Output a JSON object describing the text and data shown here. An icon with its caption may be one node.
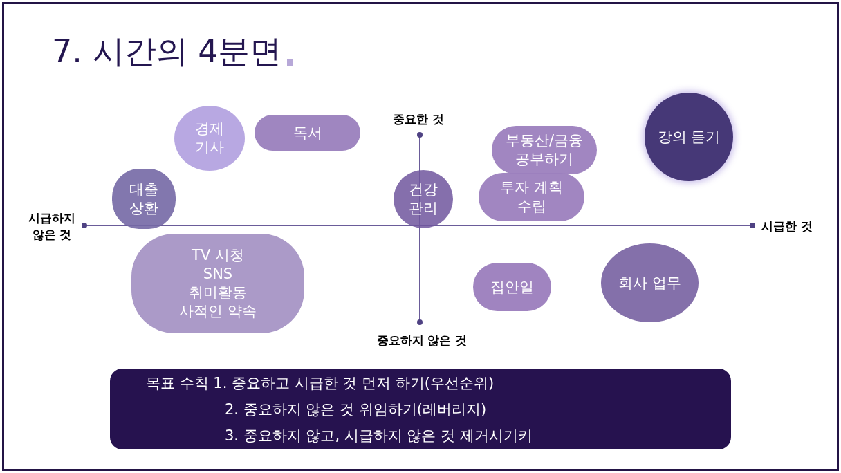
{
  "diagram": {
    "title": "7. 시간의 4분면",
    "nodes": [
      {
        "text": [
          "경제 기사"
        ]
      },
      {
        "text": [
          "독서"
        ]
      },
      {
        "text": [
          "부동산/금융 공부하기"
        ]
      },
      {
        "text": [
          "강의 듣기"
        ]
      },
      {
        "text": [
          "대출 상환"
        ]
      },
      {
        "text": [
          "건강 관리"
        ]
      },
      {
        "text": [
          "투자 계획 수립"
        ]
      },
      {
        "text": [
          "TV 시청",
          "SNS",
          "취미활동",
          "사적인 약속"
        ]
      },
      {
        "text": [
          "집안일"
        ]
      },
      {
        "text": [
          "회사 업무"
        ]
      },
      {
        "text": [
          "목표 수칙 1. 중요하고 시급한 것 먼저 하기(우선순위)",
          "2. 중요하지 않은 것 위임하기(레버리지)",
          "3. 중요하지 않고, 시급하지 않은 것 제거시기키"
        ]
      }
    ],
    "labels": [
      "중요한 것",
      "시급하지 않은 것",
      "시급한 것",
      "중요하지 않은 것"
    ]
  }
}
